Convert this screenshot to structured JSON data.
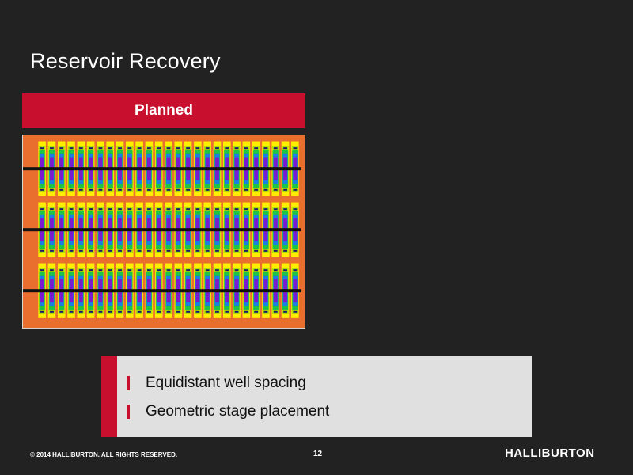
{
  "slide": {
    "title": "Reservoir Recovery",
    "panel_header": "Planned",
    "bullets": [
      "Equidistant well spacing",
      "Geometric stage placement"
    ]
  },
  "simulation": {
    "wells": 3,
    "stages_per_well": 27,
    "palette": {
      "background": "#e86f2e",
      "well_line": "#111111",
      "outer": "#ffee00",
      "mid_outer": "#b2e000",
      "mid": "#1dc447",
      "inner": "#1a7fe0",
      "core": "#7a1bd1"
    }
  },
  "footer": {
    "copyright": "© 2014 HALLIBURTON. ALL RIGHTS RESERVED.",
    "page_number": "12",
    "logo": "HALLIBURTON"
  }
}
